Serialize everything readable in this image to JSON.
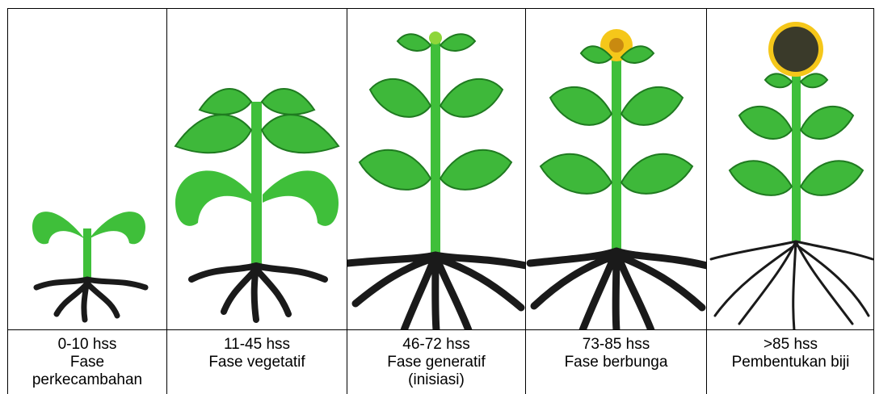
{
  "stages": [
    {
      "days": "0-10 hss",
      "phase_line1": "Fase",
      "phase_line2": "perkecambahan"
    },
    {
      "days": "11-45 hss",
      "phase_line1": "Fase vegetatif",
      "phase_line2": ""
    },
    {
      "days": "46-72 hss",
      "phase_line1": "Fase generatif",
      "phase_line2": "(inisiasi)"
    },
    {
      "days": "73-85 hss",
      "phase_line1": "Fase berbunga",
      "phase_line2": ""
    },
    {
      "days": ">85 hss",
      "phase_line1": "Pembentukan biji",
      "phase_line2": ""
    }
  ],
  "colors": {
    "stem": "#3fbf3a",
    "leaf": "#3eb83a",
    "leaf_dark": "#1f7a20",
    "root": "#1a1a1a",
    "petal": "#f5c71a",
    "seed": "#3a3a2a"
  }
}
